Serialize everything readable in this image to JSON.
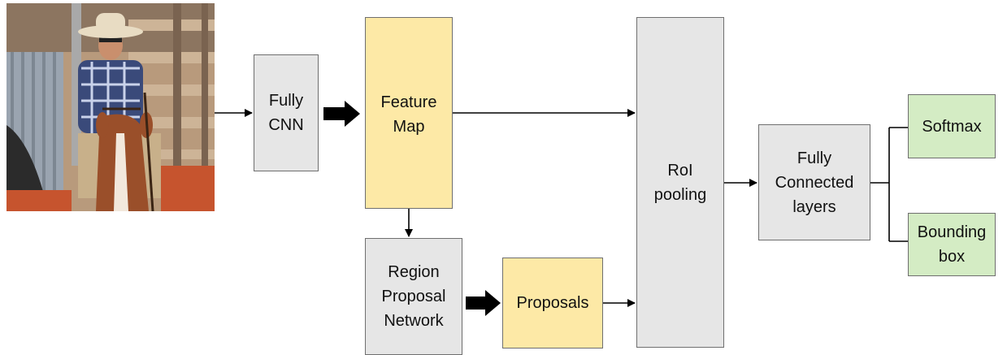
{
  "colors": {
    "gray_box": "#e6e6e6",
    "yellow_box": "#fde9a6",
    "green_box": "#d4ecc4",
    "border": "#6f6f6f",
    "arrow": "#000000"
  },
  "input_image": {
    "icon": "cowboy-on-horse-photo"
  },
  "boxes": {
    "fully_cnn": "Fully\nCNN",
    "feature_map": "Feature\nMap",
    "region_proposal_network": "Region\nProposal\nNetwork",
    "proposals": "Proposals",
    "roi_pooling": "RoI\npooling",
    "fully_connected_layers": "Fully\nConnected\nlayers",
    "softmax": "Softmax",
    "bounding_box": "Bounding\nbox"
  }
}
